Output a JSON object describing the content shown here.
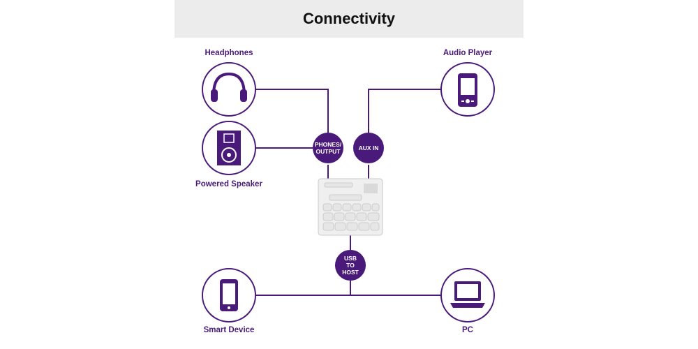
{
  "title": "Connectivity",
  "devices": {
    "headphones": "Headphones",
    "speaker": "Powered Speaker",
    "audio_player": "Audio Player",
    "smart_device": "Smart Device",
    "pc": "PC"
  },
  "ports": {
    "phones_output": "PHONES/\nOUTPUT",
    "aux_in": "AUX IN",
    "usb_to_host": "USB\nTO\nHOST"
  },
  "colors": {
    "accent": "#4a1a7a",
    "header_bg": "#ececec"
  },
  "icons": {
    "headphones": "headphones-icon",
    "speaker": "speaker-icon",
    "audio_player": "audio-player-icon",
    "smart_device": "smartphone-icon",
    "pc": "laptop-icon"
  }
}
